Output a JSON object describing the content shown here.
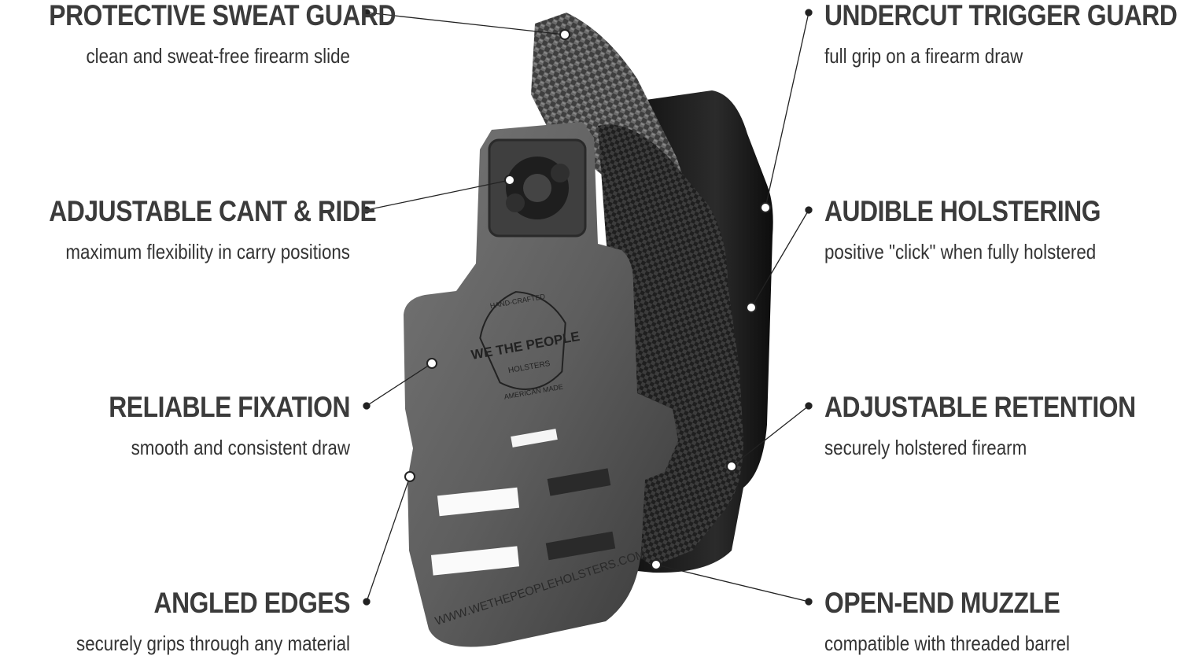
{
  "features": [
    {
      "id": "protective-sweat-guard",
      "title": "PROTECTIVE SWEAT GUARD",
      "description": "clean and sweat-free firearm slide"
    },
    {
      "id": "adjustable-cant-ride",
      "title": "ADJUSTABLE CANT & RIDE",
      "description": "maximum flexibility in carry positions"
    },
    {
      "id": "reliable-fixation",
      "title": "RELIABLE FIXATION",
      "description": "smooth and consistent draw"
    },
    {
      "id": "angled-edges",
      "title": "ANGLED EDGES",
      "description": "securely grips through any material"
    },
    {
      "id": "undercut-trigger-guard",
      "title": "UNDERCUT TRIGGER GUARD",
      "description": "full grip on a firearm draw"
    },
    {
      "id": "audible-holstering",
      "title": "AUDIBLE HOLSTERING",
      "description": "positive \"click\" when fully holstered"
    },
    {
      "id": "adjustable-retention",
      "title": "ADJUSTABLE RETENTION",
      "description": "securely holstered firearm"
    },
    {
      "id": "open-end-muzzle",
      "title": "OPEN-END MUZZLE",
      "description": "compatible with threaded barrel"
    }
  ],
  "logo": {
    "top_text": "HAND-CRAFTED",
    "brand": "WE THE PEOPLE",
    "sub": "HOLSTERS",
    "bottom_text": "AMERICAN MADE"
  },
  "website": "WWW.WETHEPEOPLEHOLSTERS.COM",
  "colors": {
    "text": "#3b3b3b",
    "carbon_fiber": "#4a4a4a",
    "clip": "#5a5a5a",
    "callout_line": "#222222"
  }
}
